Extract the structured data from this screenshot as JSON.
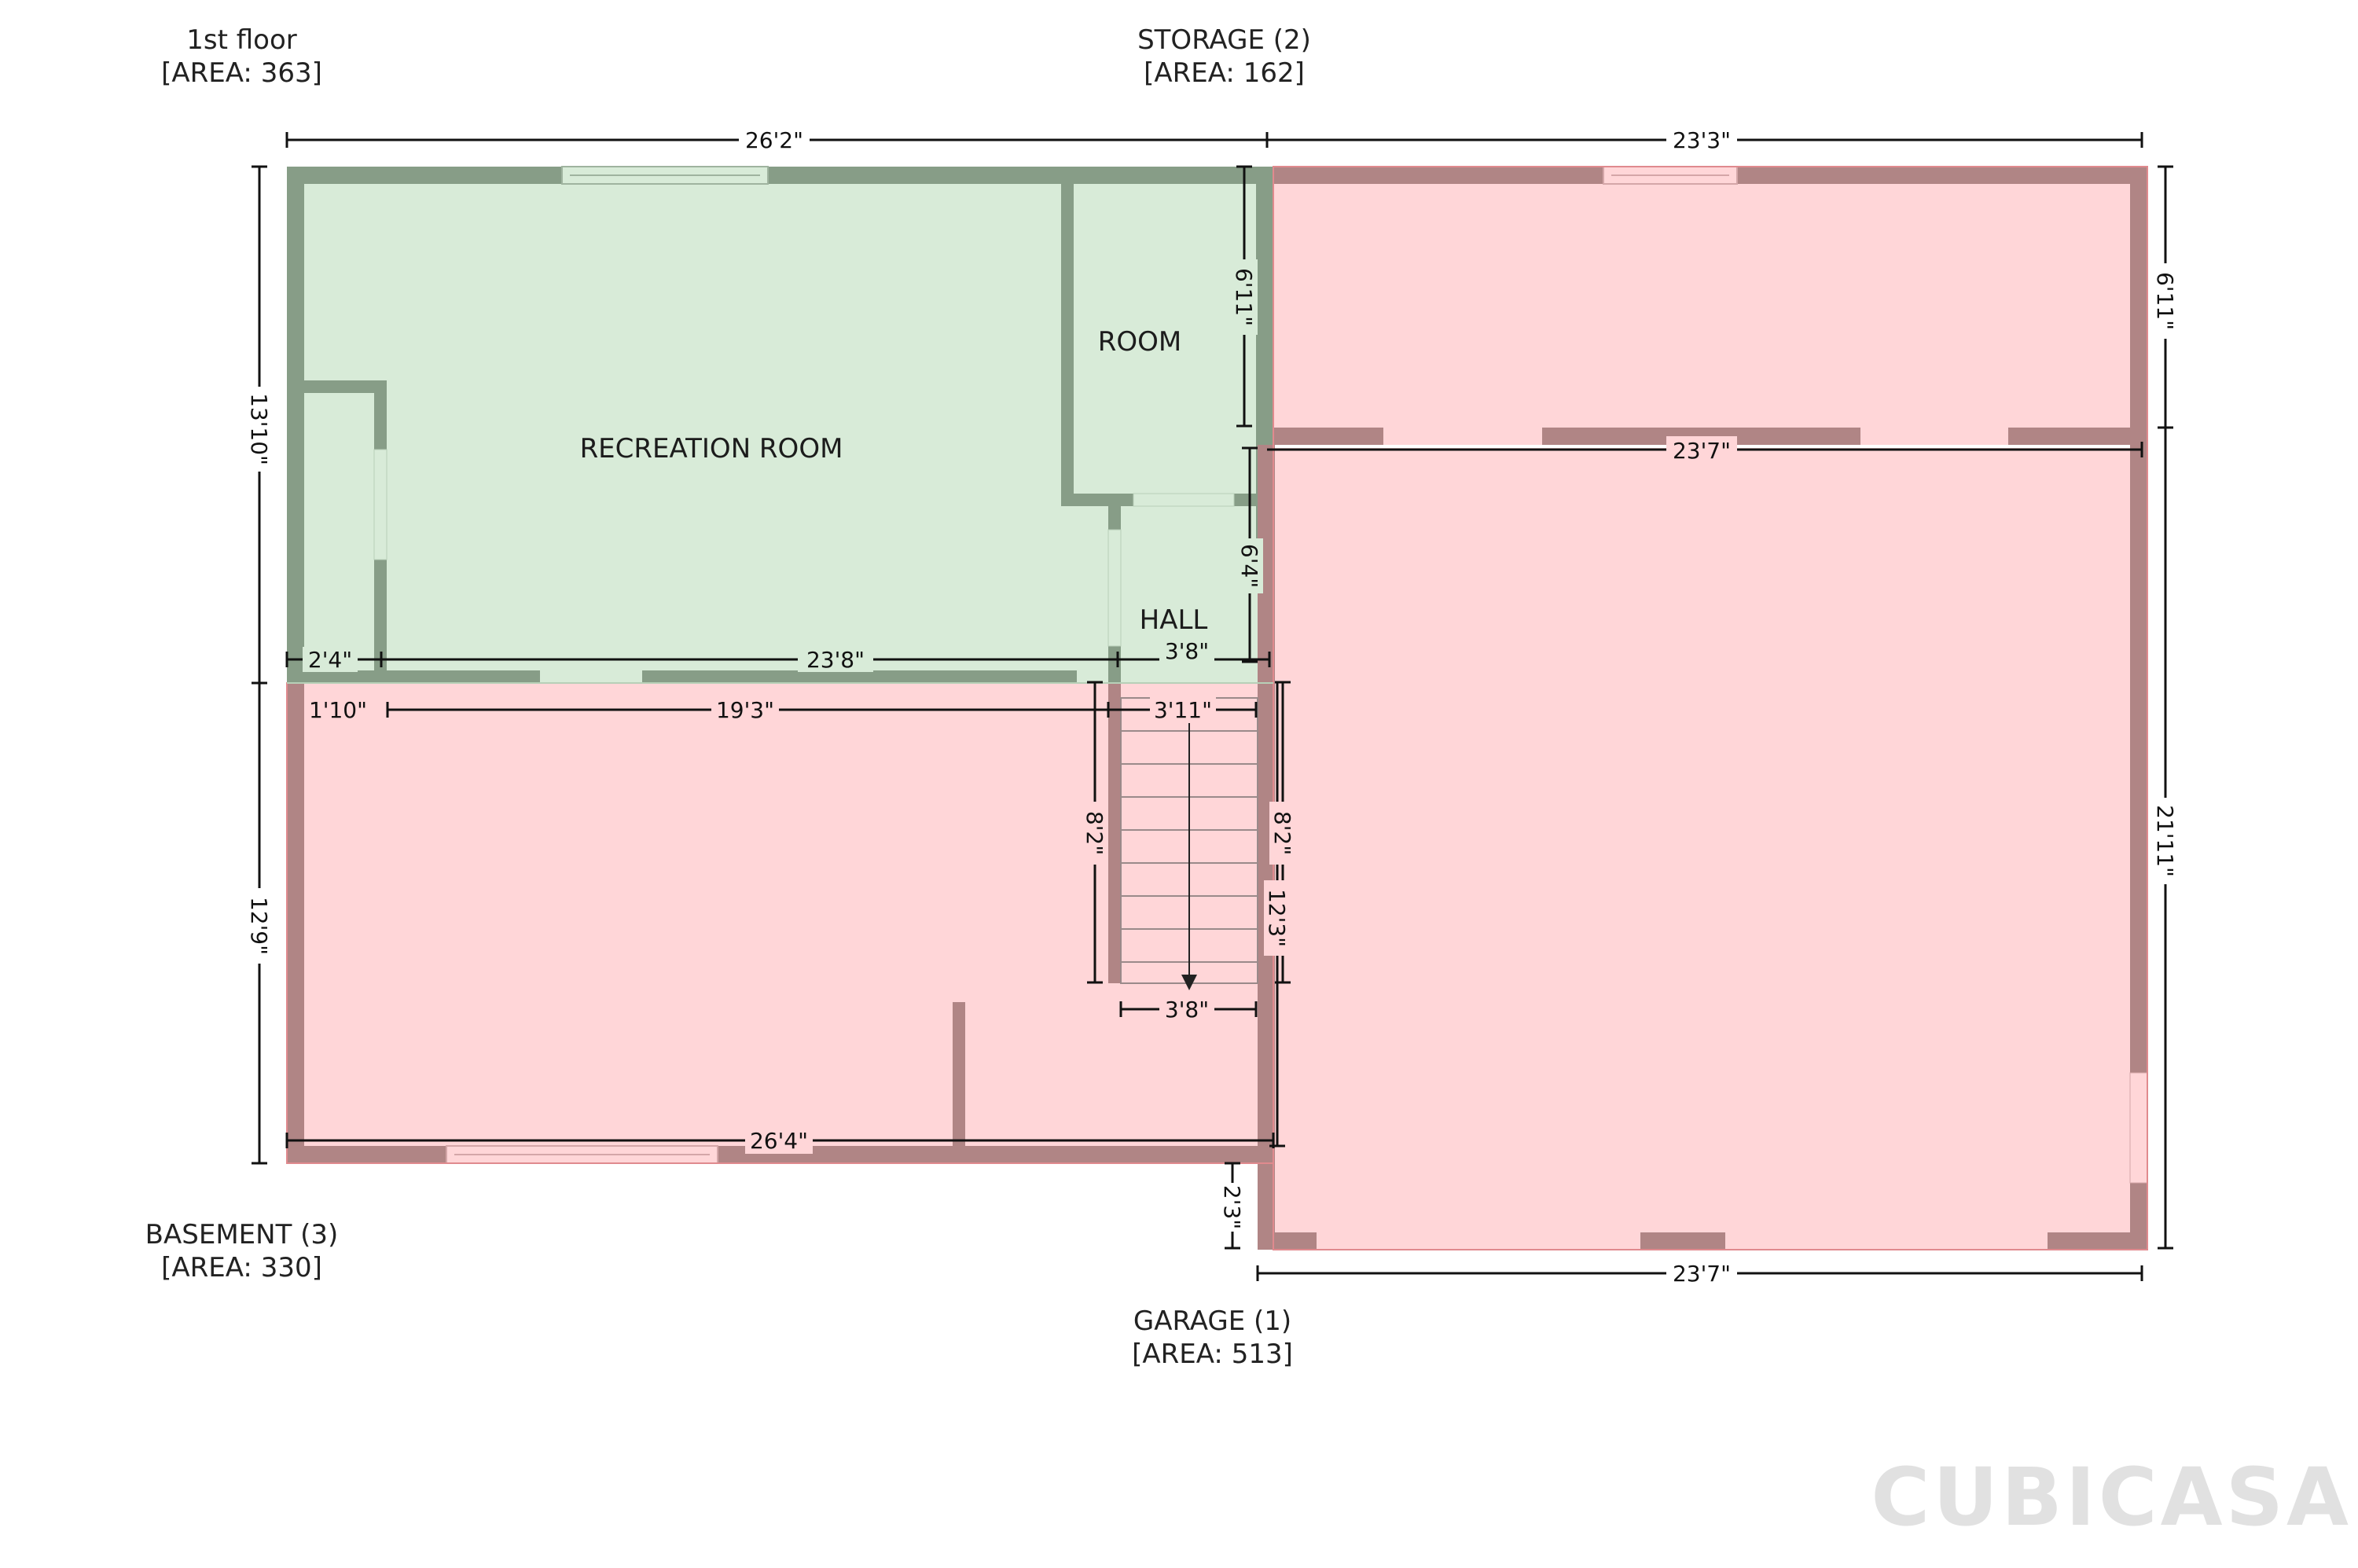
{
  "zones": {
    "first_floor": {
      "name": "1st floor",
      "area": "[AREA: 363]",
      "fill": "#d8ebd8",
      "wall": "#879d87"
    },
    "storage": {
      "name": "STORAGE (2)",
      "area": "[AREA: 162]",
      "fill": "#ffd6d8",
      "wall": "#b08585"
    },
    "basement": {
      "name": "BASEMENT (3)",
      "area": "[AREA: 330]",
      "fill": "#ffd6d8",
      "wall": "#b08585"
    },
    "garage": {
      "name": "GARAGE (1)",
      "area": "[AREA: 513]",
      "fill": "#ffd6d8",
      "wall": "#b08585"
    }
  },
  "rooms": {
    "recreation": "RECREATION ROOM",
    "room": "ROOM",
    "hall": "HALL"
  },
  "dimensions": {
    "top_left": "26'2\"",
    "top_right": "23'3\"",
    "left_upper": "13'10\"",
    "left_lower": "12'9\"",
    "right_upper": "6'11\"",
    "right_lower": "21'11\"",
    "room_height": "6'11\"",
    "garage_inner_top": "23'7\"",
    "hall_height": "6'4\"",
    "closet_width": "2'4\"",
    "rec_width": "23'8\"",
    "hall_width": "3'8\"",
    "base_offset": "1'10\"",
    "base_width": "19'3\"",
    "stair_width_top": "3'11\"",
    "stair_length_left": "8'2\"",
    "stair_length_right": "8'2\"",
    "stair_width_bottom": "3'8\"",
    "base_side_inner": "12'3\"",
    "base_bottom": "26'4\"",
    "garage_step": "2'3\"",
    "garage_bottom": "23'7\""
  },
  "brand": "CUBICASA"
}
